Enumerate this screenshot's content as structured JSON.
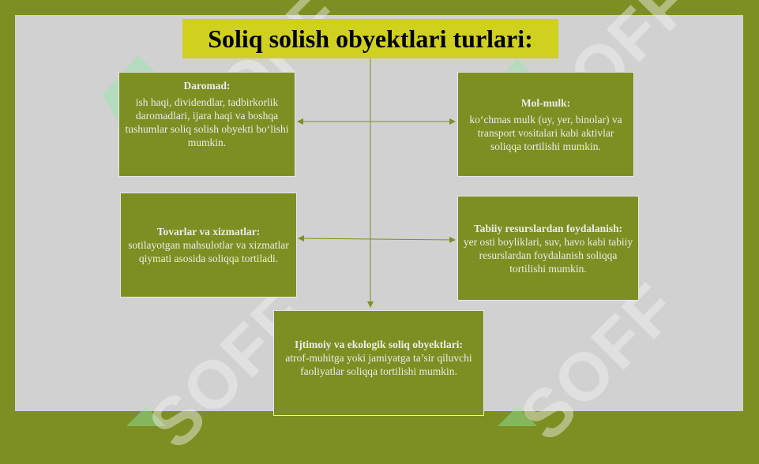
{
  "title": "Soliq solish obyektlari turlari:",
  "watermark_text": "SOFF",
  "colors": {
    "accent": "#7d8f22",
    "title_bg": "#cfd11e",
    "canvas": "#d1d1d1"
  },
  "boxes": {
    "daromad": {
      "heading": "Daromad:",
      "body": "ish haqi, dividendlar, tadbirkorlik daromadlari, ijara haqi va boshqa tushumlar soliq solish obyekti bo‘lishi mumkin."
    },
    "mol_mulk": {
      "heading": "Mol-mulk:",
      "body": "ko‘chmas mulk (uy, yer, binolar) va transport vositalari kabi aktivlar soliqqa tortilishi mumkin."
    },
    "tovarlar": {
      "heading": "Tovarlar va xizmatlar:",
      "body": "sotilayotgan mahsulotlar va xizmatlar qiymati asosida soliqqa tortiladi."
    },
    "tabiiy": {
      "heading": "Tabiiy resurslardan foydalanish:",
      "body": "yer osti boyliklari, suv, havo kabi tabiiy resurslardan foydalanish soliqqa tortilishi mumkin."
    },
    "ijtimoiy": {
      "heading": "Ijtimoiy va ekologik soliq obyektlari:",
      "body": "atrof-muhitga yoki jamiyatga ta’sir qiluvchi faoliyatlar soliqqa tortilishi mumkin."
    }
  }
}
